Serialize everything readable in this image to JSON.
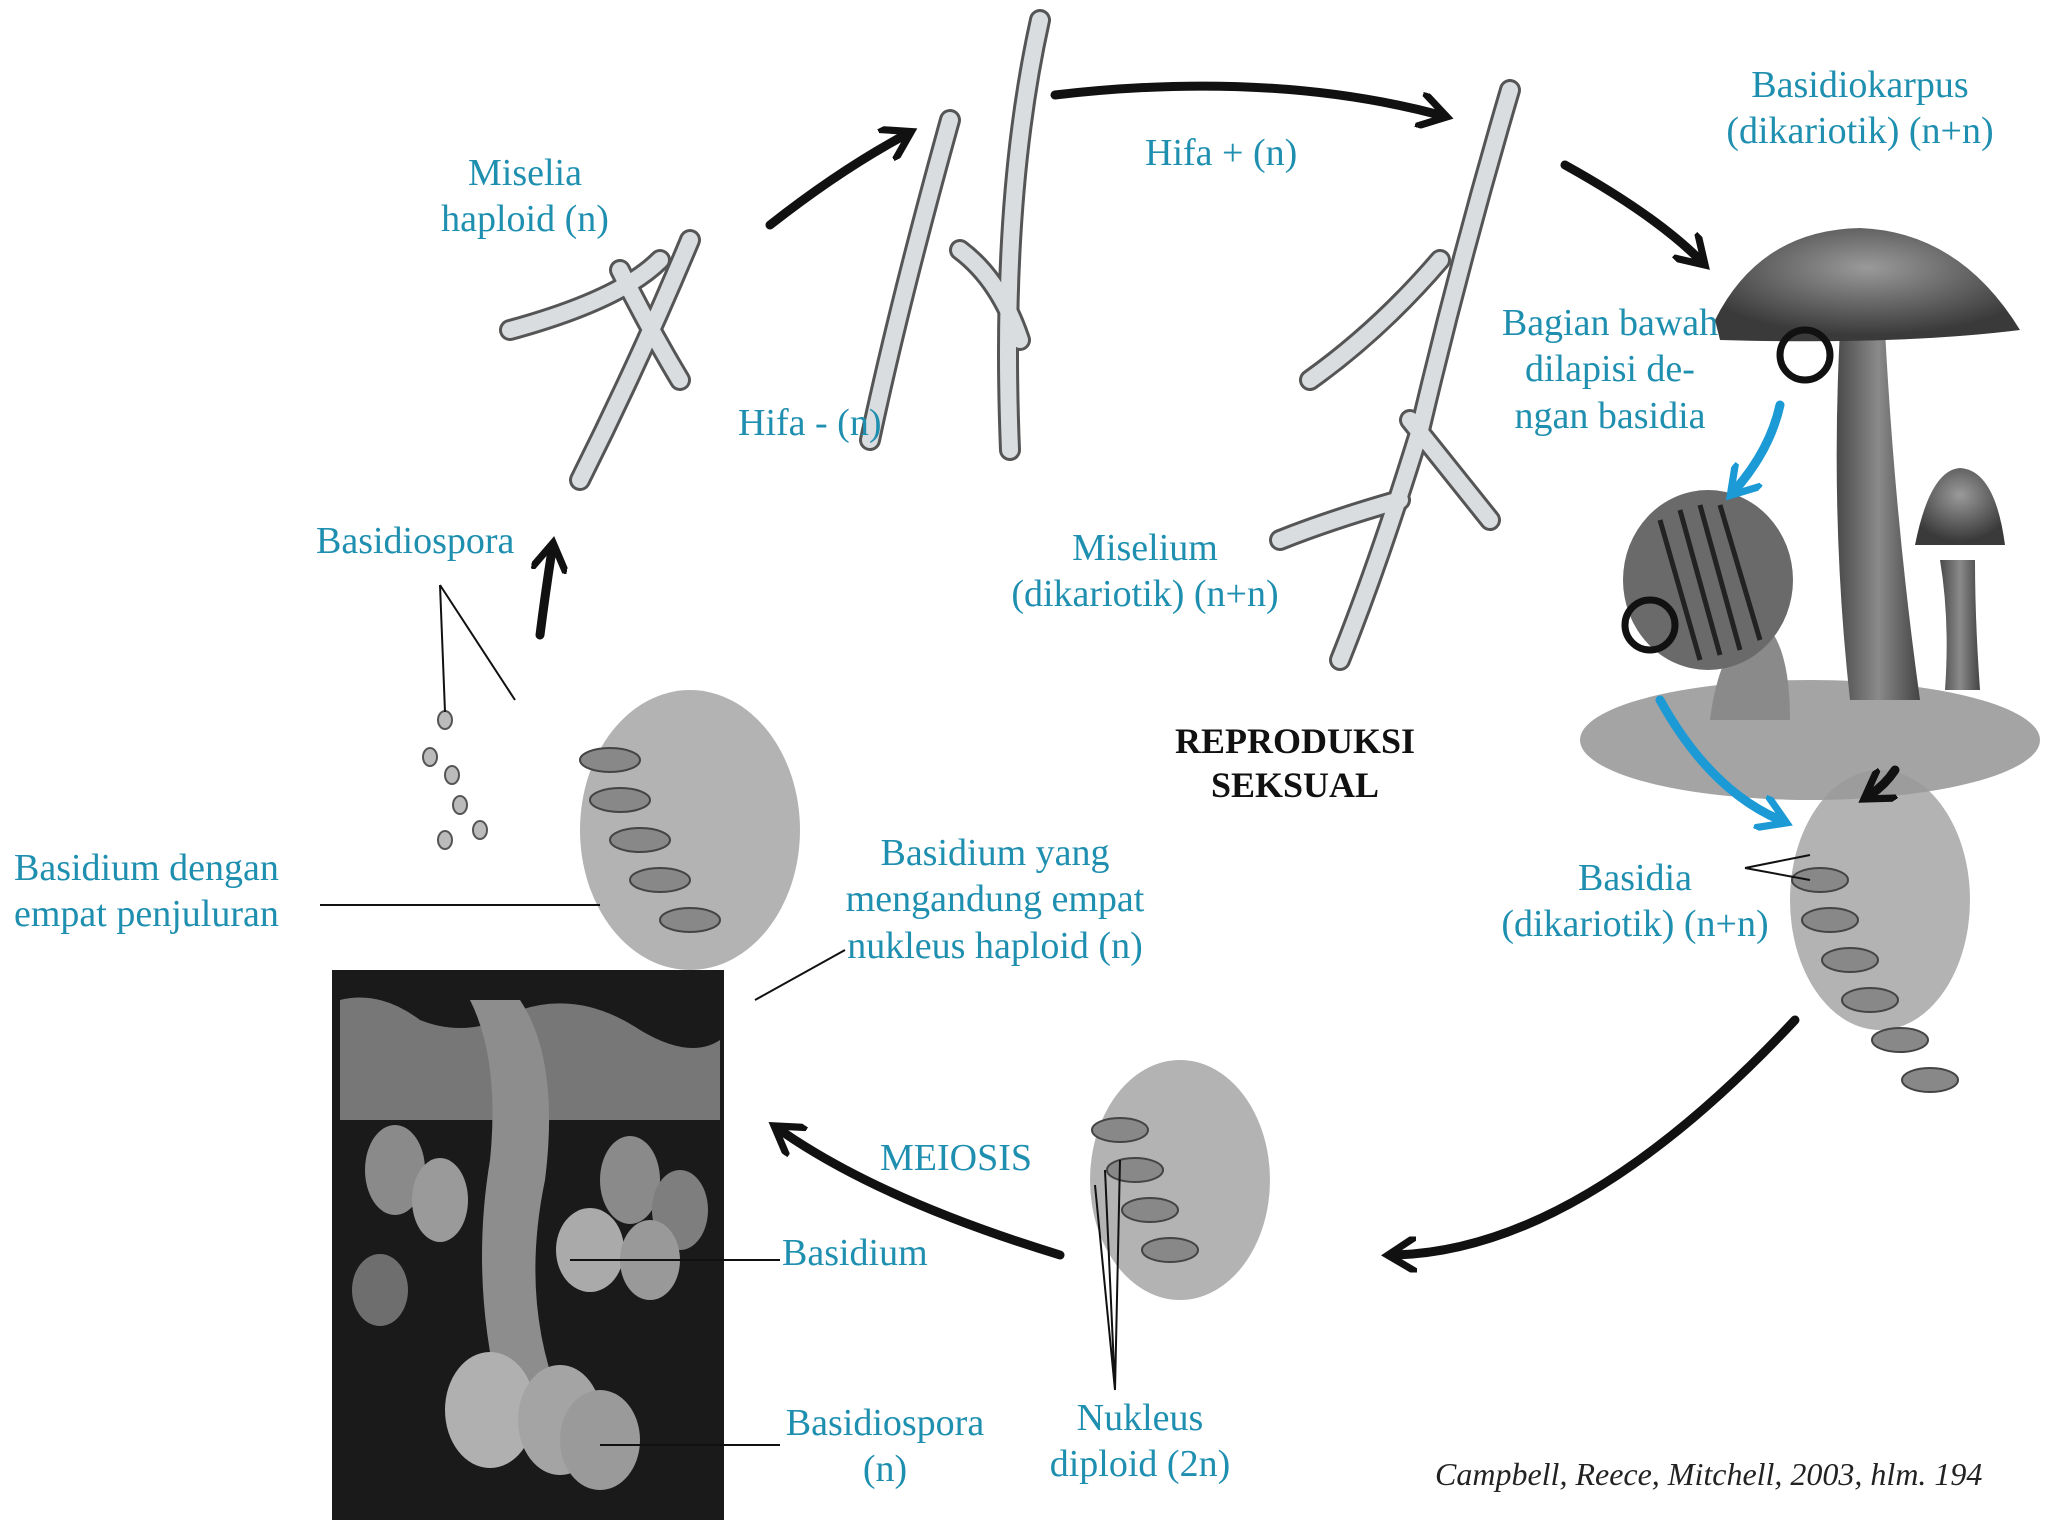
{
  "title": "REPRODUKSI SEKSUAL",
  "title_lines": [
    "REPRODUKSI",
    "SEKSUAL"
  ],
  "labels": {
    "miselia_haploid": [
      "Miselia",
      "haploid (n)"
    ],
    "hifa_minus": "Hifa - (n)",
    "hifa_plus": "Hifa + (n)",
    "basidiokarpus": [
      "Basidiokarpus",
      "(dikariotik) (n+n)"
    ],
    "bagian_bawah": [
      "Bagian bawah",
      "dilapisi de-",
      "ngan basidia"
    ],
    "miselium_dikariotik": [
      "Miselium",
      "(dikariotik) (n+n)"
    ],
    "basidiospora_top": "Basidiospora",
    "basidium_empat_penjuluran": [
      "Basidium dengan",
      "empat penjuluran"
    ],
    "basidium_empat_nukleus": [
      "Basidium yang",
      "mengandung empat",
      "nukleus haploid (n)"
    ],
    "basidia_dikariotik": [
      "Basidia",
      "(dikariotik) (n+n)"
    ],
    "meiosis": "MEIOSIS",
    "basidium": "Basidium",
    "basidiospora_bottom": [
      "Basidiospora",
      "(n)"
    ],
    "nukleus_diploid": [
      "Nukleus",
      "diploid (2n)"
    ]
  },
  "citation": "Campbell, Reece, Mitchell, 2003, hlm. 194",
  "colors": {
    "label": "#1f8fb0",
    "arrow": "#111111",
    "blue_arrow": "#1c9ad6",
    "hypha_fill": "#d9dde0",
    "hypha_stroke": "#555555",
    "photo_bg": "#1a1a1a"
  }
}
